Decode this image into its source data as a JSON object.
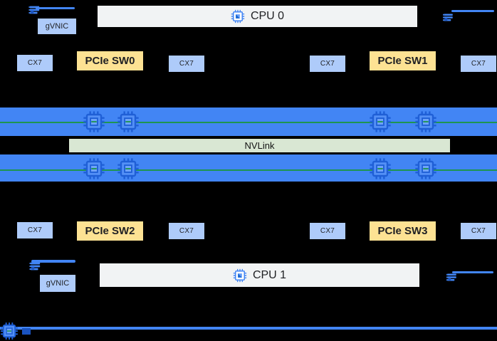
{
  "labels": {
    "cpu0": "CPU 0",
    "cpu1": "CPU 1",
    "nvlink": "NVLink",
    "gvnic": "gVNIC",
    "cx7": "CX7",
    "pcie_sw0": "PCIe SW0",
    "pcie_sw1": "PCIe SW1",
    "pcie_sw2": "PCIe SW2",
    "pcie_sw3": "PCIe SW3"
  },
  "icons": {
    "cpu_chip": "chip-icon",
    "gpu_chip": "gpu-chip-icon",
    "nic": "nic-icon"
  },
  "colors": {
    "background": "#000000",
    "gpu_bar_blue": "#4285F4",
    "light_blue_box": "#AECBFA",
    "yellow_box": "#FDE293",
    "cpu_box_gray": "#F1F3F4",
    "nvlink_green": "#D9E7D3",
    "link_line_green": "#1E9550",
    "chip_dark_blue": "#1F5FD6"
  }
}
